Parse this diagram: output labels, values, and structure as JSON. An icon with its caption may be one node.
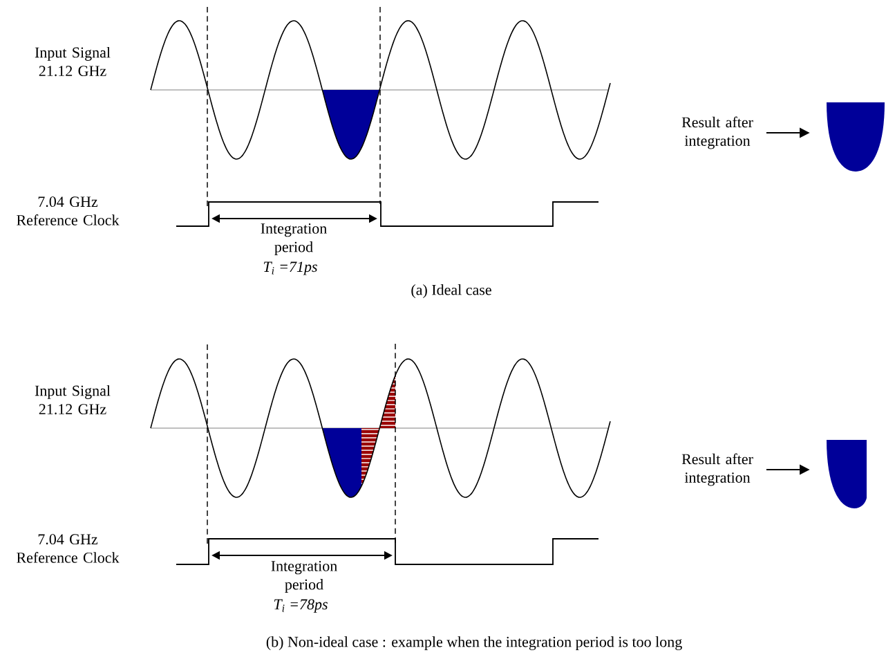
{
  "diagram": {
    "nodes": [
      {
        "text": [
          "Result after integration"
        ]
      },
      {
        "text": [],
        "shape": "picture"
      },
      {
        "text": [
          "Result after integration"
        ]
      },
      {
        "text": [],
        "shape": "box"
      }
    ],
    "edges": [
      {
        "from": 0,
        "to": 1,
        "arrow": "to"
      },
      {
        "from": 2,
        "to": 3,
        "arrow": "to"
      }
    ],
    "labels": [
      "Input Signal 21.12 GHz",
      "7.04 GHz Reference Clock",
      "Integration period",
      "T$_{i}$ =71ps",
      "(a) Ideal case",
      "Input Signal 21.12 GHz",
      "7.04 GHz Reference Clock",
      "Integration period",
      "T$_{i}$ =78ps",
      "(b) Non-ideal case : example when the integration period is too long"
    ]
  }
}
